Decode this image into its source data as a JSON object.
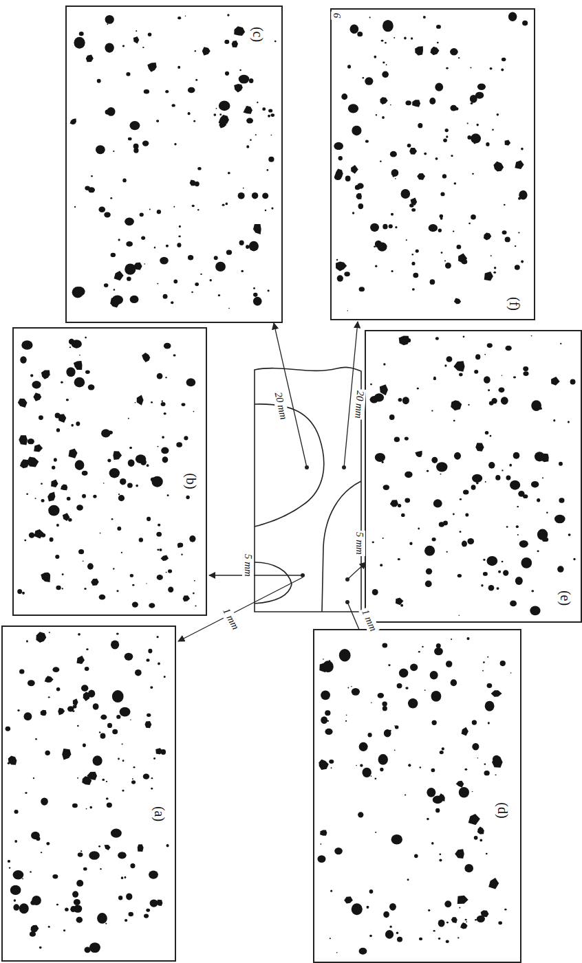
{
  "diagram": {
    "nodes": [
      {
        "text": [
          "(c)"
        ]
      },
      {
        "text": [
          "(f)"
        ]
      },
      {
        "text": [
          "(b)"
        ]
      },
      {
        "text": [
          "(e)"
        ]
      },
      {
        "text": [
          "(a)"
        ]
      },
      {
        "text": [
          "(d)"
        ]
      }
    ],
    "labels": [
      "6",
      "20 mm",
      "20 mm",
      "5 mm",
      "1 mm",
      "5 mm",
      "1 mm"
    ]
  }
}
